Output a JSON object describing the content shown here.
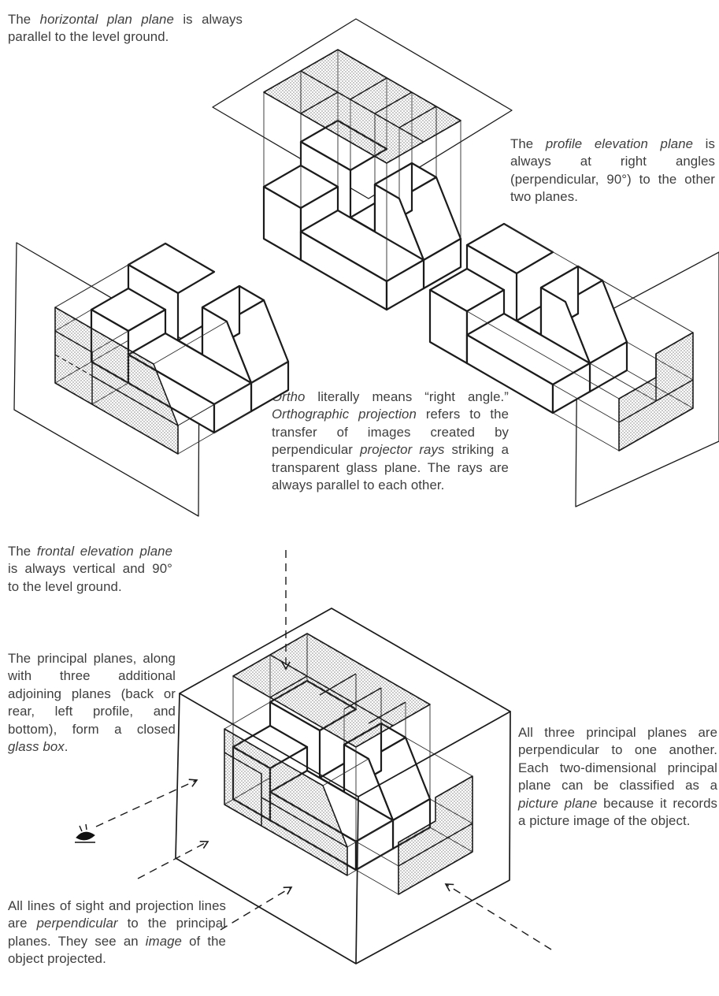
{
  "page": {
    "background": "#ffffff",
    "text_color": "#3e3e3e",
    "line_color": "#1b1b1b",
    "stipple_color": "#555555"
  },
  "annotations": {
    "horizontal_plan": [
      {
        "t": "The "
      },
      {
        "t": "horizontal plan plane",
        "i": true
      },
      {
        "t": " is always parallel to the level ground."
      }
    ],
    "profile_elevation": [
      {
        "t": "The "
      },
      {
        "t": "profile elevation plane",
        "i": true
      },
      {
        "t": " is always at right angles (perpendicular, 90°) to the other two planes."
      }
    ],
    "ortho_definition": [
      {
        "t": "Ortho",
        "i": true
      },
      {
        "t": " literally means “right angle.” "
      },
      {
        "t": "Orthographic projection",
        "i": true
      },
      {
        "t": " refers to the transfer of images created by perpendicular "
      },
      {
        "t": "projector rays",
        "i": true
      },
      {
        "t": " striking a transparent glass plane. The rays are always parallel to each other."
      }
    ],
    "frontal_elevation": [
      {
        "t": "The "
      },
      {
        "t": "frontal elevation plane",
        "i": true
      },
      {
        "t": " is always vertical and 90° to the level ground."
      }
    ],
    "principal_planes": [
      {
        "t": "The principal planes, along with three additional adjoining planes (back or rear, left profile, and bottom), form a closed "
      },
      {
        "t": "glass box",
        "i": true
      },
      {
        "t": "."
      }
    ],
    "lines_of_sight": [
      {
        "t": "All lines of sight and projection lines are "
      },
      {
        "t": "perpendicular",
        "i": true
      },
      {
        "t": " to the principal planes. They see an "
      },
      {
        "t": "image",
        "i": true
      },
      {
        "t": " of the object projected."
      }
    ],
    "picture_plane": [
      {
        "t": "All three principal planes are perpendicular to one another. Each two-dimensional principal plane can be classified as a "
      },
      {
        "t": "picture plane",
        "i": true
      },
      {
        "t": " because it records a picture image of the object."
      }
    ]
  },
  "figures": {
    "horizontal": "horizontal plan plane projection",
    "frontal": "frontal elevation plane projection",
    "profile": "profile elevation plane projection",
    "glass_box": "closed glass box with projected views and lines of sight"
  },
  "icons": {
    "observer_eye": "eye-icon",
    "sight_arrow": "dashed-arrow-icon"
  }
}
